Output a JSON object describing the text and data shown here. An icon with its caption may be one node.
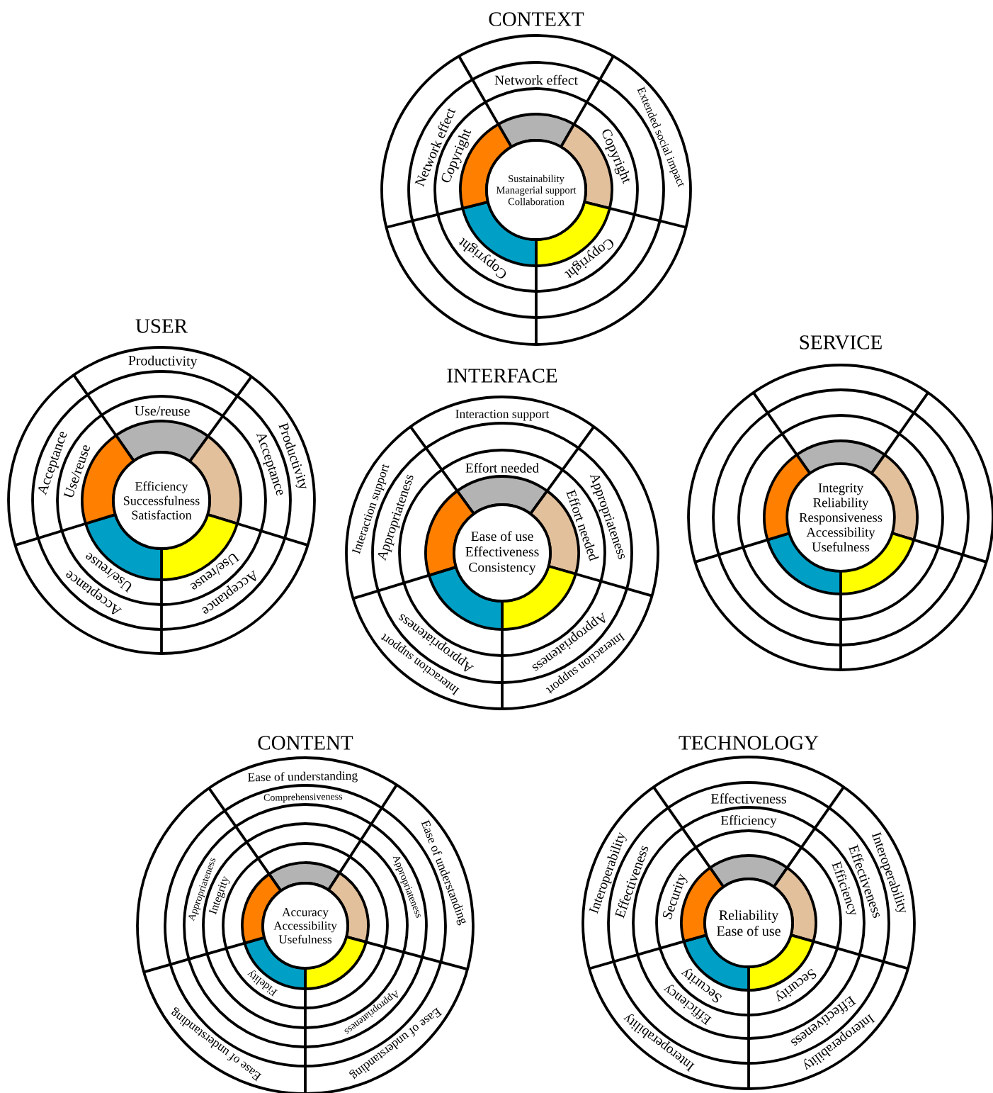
{
  "diagram": {
    "nodes": [
      {
        "text": [
          "CONTEXT"
        ]
      },
      {
        "text": [
          "Sustainability",
          "Managerial support",
          "Collaboration"
        ],
        "in": 0
      },
      {
        "text": [
          "Network effect"
        ],
        "in": 0
      },
      {
        "text": [
          "Extended social impact"
        ],
        "in": 0
      },
      {
        "text": [
          "Copyright"
        ],
        "in": 0
      },
      {
        "text": [
          "Copyright"
        ],
        "in": 0
      },
      {
        "text": [
          "Copyright"
        ],
        "in": 0
      },
      {
        "text": [
          "Copyright"
        ],
        "in": 0
      },
      {
        "text": [
          "Network effect"
        ],
        "in": 0
      },
      {
        "text": [
          "USER"
        ]
      },
      {
        "text": [
          "Efficiency",
          "Successfulness",
          "Satisfaction"
        ],
        "in": 9
      },
      {
        "text": [
          "Productivity"
        ],
        "in": 9
      },
      {
        "text": [
          "Use/reuse"
        ],
        "in": 9
      },
      {
        "text": [
          "Productivity"
        ],
        "in": 9
      },
      {
        "text": [
          "Acceptance"
        ],
        "in": 9
      },
      {
        "text": [
          "Use/reuse"
        ],
        "in": 9
      },
      {
        "text": [
          "Acceptance"
        ],
        "in": 9
      },
      {
        "text": [
          "Use/reuse"
        ],
        "in": 9
      },
      {
        "text": [
          "Acceptance"
        ],
        "in": 9
      },
      {
        "text": [
          "Use/reuse"
        ],
        "in": 9
      },
      {
        "text": [
          "Acceptance"
        ],
        "in": 9
      },
      {
        "text": [
          "INTERFACE"
        ]
      },
      {
        "text": [
          "Ease of use",
          "Effectiveness",
          "Consistency"
        ],
        "in": 21
      },
      {
        "text": [
          "Interaction support"
        ],
        "in": 21
      },
      {
        "text": [
          "Effort needed"
        ],
        "in": 21
      },
      {
        "text": [
          "Appropriateness"
        ],
        "in": 21
      },
      {
        "text": [
          "Effort needed"
        ],
        "in": 21
      },
      {
        "text": [
          "Appropriateness"
        ],
        "in": 21
      },
      {
        "text": [
          "Interaction support"
        ],
        "in": 21
      },
      {
        "text": [
          "Appropriateness"
        ],
        "in": 21
      },
      {
        "text": [
          "Interaction support"
        ],
        "in": 21
      },
      {
        "text": [
          "Appropriateness"
        ],
        "in": 21
      },
      {
        "text": [
          "Interaction support"
        ],
        "in": 21
      },
      {
        "text": [
          "SERVICE"
        ]
      },
      {
        "text": [
          "Integrity",
          "Reliability",
          "Responsiveness",
          "Accessibility",
          "Usefulness"
        ],
        "in": 33
      },
      {
        "text": [
          "CONTENT"
        ]
      },
      {
        "text": [
          "Accuracy",
          "Accessibility",
          "Usefulness"
        ],
        "in": 35
      },
      {
        "text": [
          "Ease of understanding"
        ],
        "in": 35
      },
      {
        "text": [
          "Comprehensiveness"
        ],
        "in": 35
      },
      {
        "text": [
          "Ease of understanding"
        ],
        "in": 35
      },
      {
        "text": [
          "Appropriateness"
        ],
        "in": 35
      },
      {
        "text": [
          "Appropriateness"
        ],
        "in": 35
      },
      {
        "text": [
          "Ease of understanding"
        ],
        "in": 35
      },
      {
        "text": [
          "Fidelity"
        ],
        "in": 35
      },
      {
        "text": [
          "Ease of understanding"
        ],
        "in": 35
      },
      {
        "text": [
          "Integrity"
        ],
        "in": 35
      },
      {
        "text": [
          "Appropriateness"
        ],
        "in": 35
      },
      {
        "text": [
          "TECHNOLOGY"
        ]
      },
      {
        "text": [
          "Reliability",
          "Ease of use"
        ],
        "in": 47
      },
      {
        "text": [
          "Effectiveness"
        ],
        "in": 47
      },
      {
        "text": [
          "Efficiency"
        ],
        "in": 47
      },
      {
        "text": [
          "Interoperability"
        ],
        "in": 47
      },
      {
        "text": [
          "Effectiveness"
        ],
        "in": 47
      },
      {
        "text": [
          "Efficiency"
        ],
        "in": 47
      },
      {
        "text": [
          "Security"
        ],
        "in": 47
      },
      {
        "text": [
          "Effectiveness"
        ],
        "in": 47
      },
      {
        "text": [
          "Interoperability"
        ],
        "in": 47
      },
      {
        "text": [
          "Security"
        ],
        "in": 47
      },
      {
        "text": [
          "Efficiency"
        ],
        "in": 47
      },
      {
        "text": [
          "Interoperability"
        ],
        "in": 47
      },
      {
        "text": [
          "Security"
        ],
        "in": 47
      },
      {
        "text": [
          "Effectiveness"
        ],
        "in": 47
      },
      {
        "text": [
          "Interoperability"
        ],
        "in": 47
      }
    ]
  }
}
